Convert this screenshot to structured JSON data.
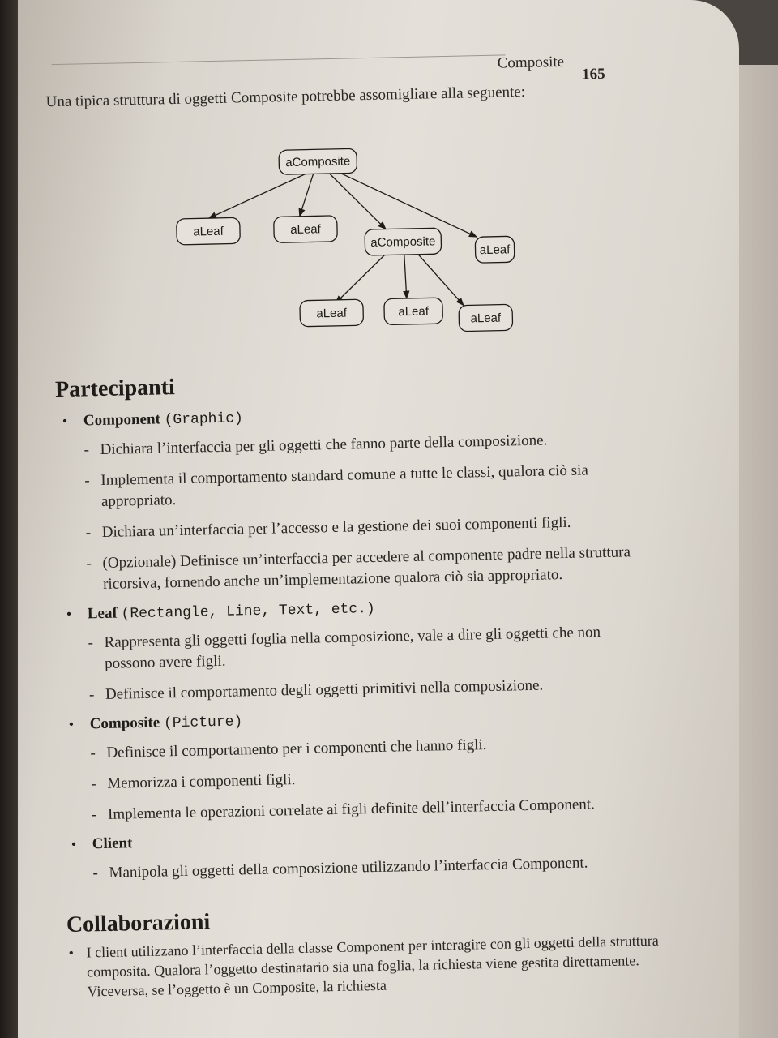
{
  "header": {
    "running_head": "Composite",
    "page_number": "165"
  },
  "intro": "Una tipica struttura di oggetti Composite potrebbe assomigliare alla seguente:",
  "diagram": {
    "root": "aComposite",
    "level1": [
      "aLeaf",
      "aLeaf",
      "aComposite",
      "aLeaf"
    ],
    "level2": [
      "aLeaf",
      "aLeaf",
      "aLeaf"
    ]
  },
  "participants": {
    "title": "Partecipanti",
    "items": [
      {
        "term": "Component",
        "code": "(Graphic)",
        "points": [
          "Dichiara l’interfaccia per gli oggetti che fanno parte della composizione.",
          "Implementa il comportamento standard comune a tutte le classi, qualora ciò sia appropriato.",
          "Dichiara un’interfaccia per l’accesso e la gestione dei suoi componenti figli.",
          "(Opzionale) Definisce un’interfaccia per accedere al componente padre nella struttura ricorsiva, fornendo anche un’implementazione qualora ciò sia appropriato."
        ]
      },
      {
        "term": "Leaf",
        "code": "(Rectangle, Line, Text, etc.)",
        "points": [
          "Rappresenta gli oggetti foglia nella composizione, vale a dire gli oggetti che non possono avere figli.",
          "Definisce il comportamento degli oggetti primitivi nella composizione."
        ]
      },
      {
        "term": "Composite",
        "code": "(Picture)",
        "points": [
          "Definisce il comportamento per i componenti che hanno figli.",
          "Memorizza i componenti figli.",
          "Implementa le operazioni correlate ai figli definite dell’interfaccia Component."
        ]
      },
      {
        "term": "Client",
        "code": "",
        "points": [
          "Manipola gli oggetti della composizione utilizzando l’interfaccia Component."
        ]
      }
    ]
  },
  "collaborations": {
    "title": "Collaborazioni",
    "text": "I client utilizzano l’interfaccia della classe Component per interagire con gli oggetti della struttura composita. Qualora l’oggetto destinatario sia una foglia, la richiesta viene gestita direttamente. Viceversa, se l’oggetto è un Composite, la richiesta"
  }
}
